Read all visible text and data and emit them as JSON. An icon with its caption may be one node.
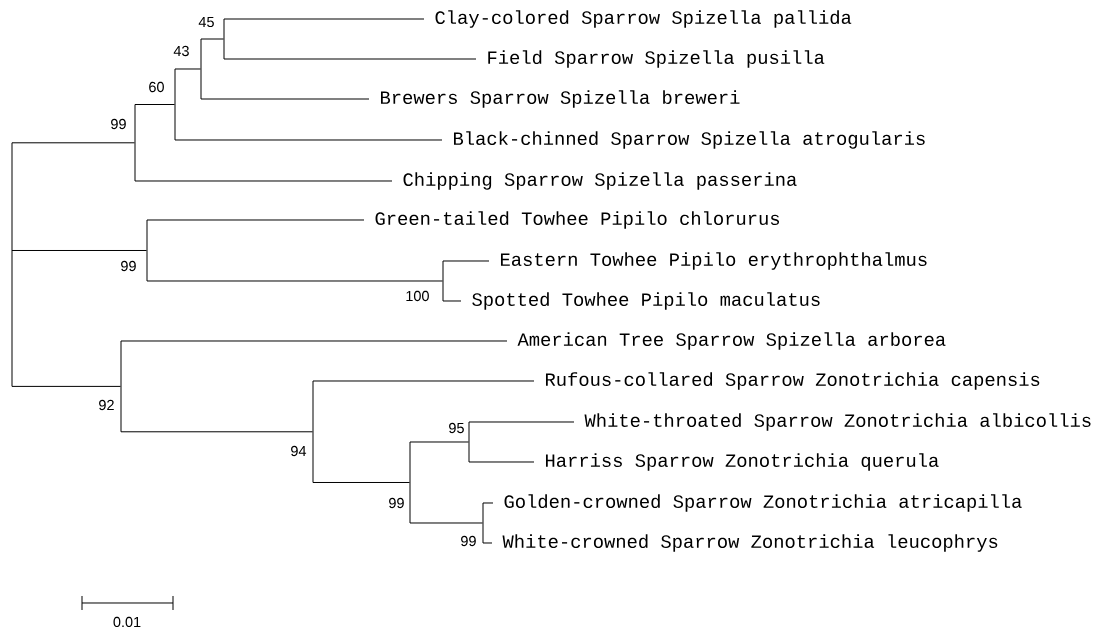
{
  "diagram": {
    "nodes": [
      {
        "text": [
          "Clay-colored Sparrow Spizella pallida"
        ]
      },
      {
        "text": [
          "Field Sparrow Spizella pusilla"
        ]
      },
      {
        "text": [
          "Brewers Sparrow Spizella breweri"
        ]
      },
      {
        "text": [
          "Black-chinned Sparrow Spizella atrogularis"
        ]
      },
      {
        "text": [
          "Chipping Sparrow Spizella passerina"
        ]
      },
      {
        "text": [
          "Green-tailed Towhee Pipilo chlorurus"
        ]
      },
      {
        "text": [
          "Eastern Towhee Pipilo erythrophthalmus"
        ]
      },
      {
        "text": [
          "Spotted Towhee Pipilo maculatus"
        ]
      },
      {
        "text": [
          "American Tree Sparrow Spizella arborea"
        ]
      },
      {
        "text": [
          "Rufous-collared Sparrow Zonotrichia capensis"
        ]
      },
      {
        "text": [
          "White-throated Sparrow Zonotrichia albicollis"
        ]
      },
      {
        "text": [
          "Harriss Sparrow Zonotrichia querula"
        ]
      },
      {
        "text": [
          "Golden-crowned Sparrow Zonotrichia atricapilla"
        ]
      },
      {
        "text": [
          "White-crowned Sparrow Zonotrichia leucophrys"
        ]
      },
      {
        "text": [],
        "shape": "bar"
      },
      {
        "text": [],
        "shape": "bar",
        "beside": [
          "92"
        ]
      },
      {
        "text": [],
        "shape": "bar",
        "beside": [
          "99"
        ]
      },
      {
        "text": [],
        "shape": "bar",
        "beside": [
          "99"
        ]
      },
      {
        "text": [],
        "shape": "bar",
        "beside": [
          "60"
        ]
      },
      {
        "text": [],
        "shape": "bar",
        "beside": [
          "43"
        ]
      },
      {
        "text": [],
        "shape": "bar",
        "beside": [
          "45"
        ]
      },
      {
        "text": [],
        "shape": "bar",
        "beside": [
          "94"
        ]
      },
      {
        "text": [],
        "shape": "bar",
        "beside": [
          "99"
        ]
      },
      {
        "text": [],
        "shape": "bar",
        "beside": [
          "100"
        ]
      },
      {
        "text": [],
        "shape": "bar",
        "beside": [
          "95"
        ]
      },
      {
        "text": [],
        "shape": "bar",
        "beside": [
          "99"
        ]
      }
    ],
    "edges": [
      {
        "from": 14,
        "to": 16,
        "arrow": "none"
      },
      {
        "from": 14,
        "to": 17,
        "arrow": "none"
      },
      {
        "from": 14,
        "to": 15,
        "arrow": "none"
      },
      {
        "from": 16,
        "to": 18,
        "arrow": "none"
      },
      {
        "from": 16,
        "to": 4,
        "arrow": "none"
      },
      {
        "from": 18,
        "to": 19,
        "arrow": "none"
      },
      {
        "from": 18,
        "to": 3,
        "arrow": "none"
      },
      {
        "from": 19,
        "to": 20,
        "arrow": "none"
      },
      {
        "from": 19,
        "to": 2,
        "arrow": "none"
      },
      {
        "from": 20,
        "to": 0,
        "arrow": "none"
      },
      {
        "from": 20,
        "to": 1,
        "arrow": "none"
      },
      {
        "from": 17,
        "to": 5,
        "arrow": "none"
      },
      {
        "from": 17,
        "to": 23,
        "arrow": "none"
      },
      {
        "from": 23,
        "to": 6,
        "arrow": "none"
      },
      {
        "from": 23,
        "to": 7,
        "arrow": "none"
      },
      {
        "from": 15,
        "to": 8,
        "arrow": "none"
      },
      {
        "from": 15,
        "to": 21,
        "arrow": "none"
      },
      {
        "from": 21,
        "to": 9,
        "arrow": "none"
      },
      {
        "from": 21,
        "to": 22,
        "arrow": "none"
      },
      {
        "from": 22,
        "to": 24,
        "arrow": "none"
      },
      {
        "from": 22,
        "to": 25,
        "arrow": "none"
      },
      {
        "from": 24,
        "to": 10,
        "arrow": "none"
      },
      {
        "from": 24,
        "to": 11,
        "arrow": "none"
      },
      {
        "from": 25,
        "to": 12,
        "arrow": "none"
      },
      {
        "from": 25,
        "to": 13,
        "arrow": "none"
      }
    ],
    "labels": [
      "0.01"
    ]
  }
}
